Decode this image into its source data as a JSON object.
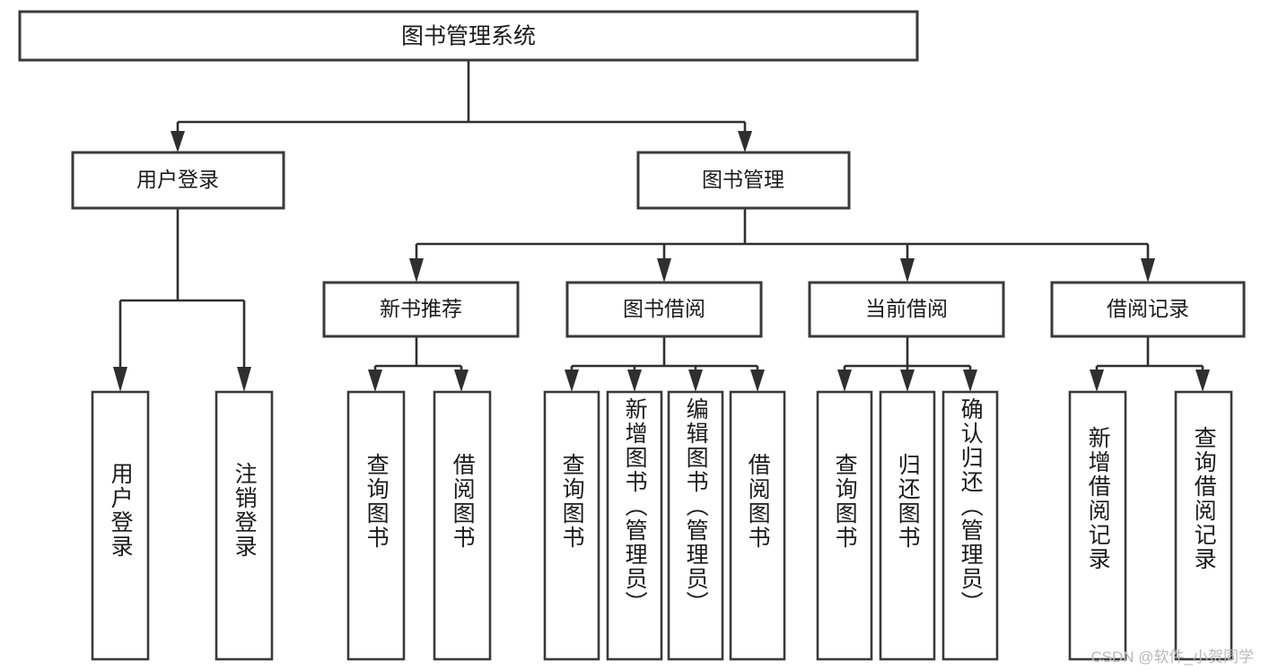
{
  "diagram": {
    "type": "tree-hierarchy-flowchart",
    "title_node": {
      "label": "图书管理系统"
    },
    "level2": [
      {
        "id": "user-login",
        "label": "用户登录"
      },
      {
        "id": "book-management",
        "label": "图书管理"
      }
    ],
    "level3": [
      {
        "id": "new-book-recommend",
        "label": "新书推荐"
      },
      {
        "id": "book-borrow",
        "label": "图书借阅"
      },
      {
        "id": "current-borrow",
        "label": "当前借阅"
      },
      {
        "id": "borrow-record",
        "label": "借阅记录"
      }
    ],
    "leaves": {
      "user_login": [
        {
          "id": "leaf-user-login",
          "label": "用户登录"
        },
        {
          "id": "leaf-logout-login",
          "label": "注销登录"
        }
      ],
      "new_book_recommend": [
        {
          "id": "leaf-query-book-1",
          "label": "查询图书"
        },
        {
          "id": "leaf-borrow-book-1",
          "label": "借阅图书"
        }
      ],
      "book_borrow": [
        {
          "id": "leaf-query-book-2",
          "label": "查询图书"
        },
        {
          "id": "leaf-add-book",
          "label": "新增图书（管理员）"
        },
        {
          "id": "leaf-edit-book",
          "label": "编辑图书（管理员）"
        },
        {
          "id": "leaf-borrow-book-2",
          "label": "借阅图书"
        }
      ],
      "current_borrow": [
        {
          "id": "leaf-query-book-3",
          "label": "查询图书"
        },
        {
          "id": "leaf-return-book",
          "label": "归还图书"
        },
        {
          "id": "leaf-confirm-return",
          "label": "确认归还（管理员）"
        }
      ],
      "borrow_record": [
        {
          "id": "leaf-add-record",
          "label": "新增借阅记录"
        },
        {
          "id": "leaf-query-record",
          "label": "查询借阅记录"
        }
      ]
    },
    "colors": {
      "box_stroke": "#3a3a3a",
      "connector": "#2f2f2f",
      "text": "#1b1b1b",
      "background": "#ffffff",
      "watermark": "#b9b9b9"
    }
  },
  "watermark": {
    "text": "CSDN @软件_小贺同学"
  }
}
